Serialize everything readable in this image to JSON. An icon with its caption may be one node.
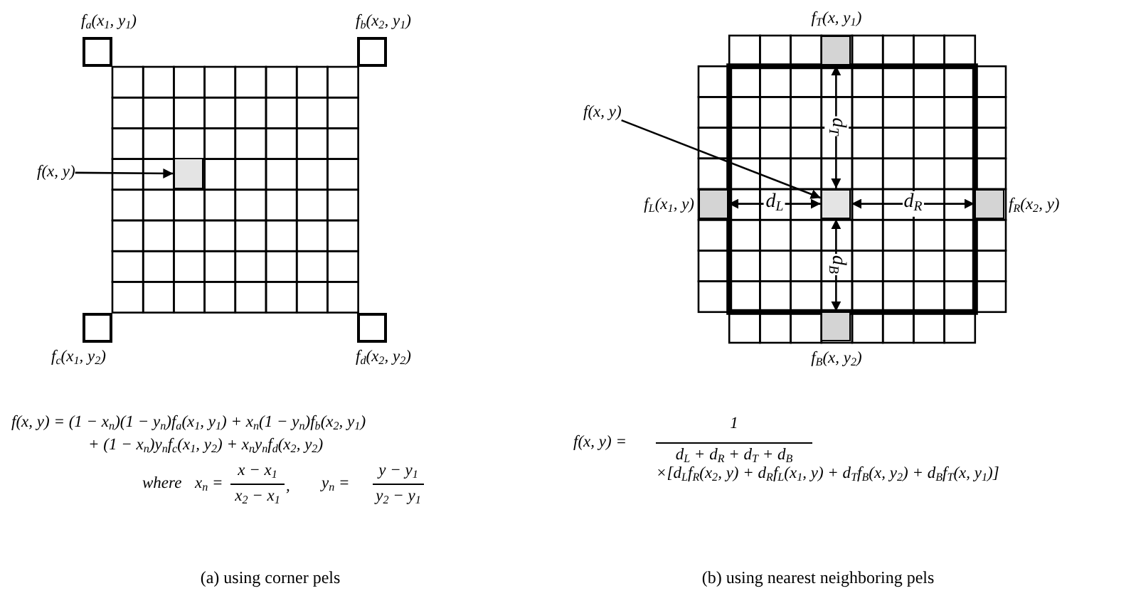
{
  "diagram": {
    "nodes": [
      {
        "text": [
          "f$_{a}$(x$_{1}$, y$_{1}$)"
        ]
      },
      {
        "text": [
          "f$_{b}$(x$_{2}$, y$_{1}$)"
        ]
      },
      {
        "text": [],
        "shape": "grid"
      },
      {
        "text": [],
        "shape": "box",
        "in": 2
      },
      {
        "text": [
          "f$_{c}$(x$_{1}$, y$_{2}$)"
        ]
      },
      {
        "text": [
          "f$_{d}$(x$_{2}$, y$_{2}$)"
        ]
      },
      {
        "text": [
          "f(x, y)"
        ]
      },
      {
        "text": [],
        "shape": "grid"
      },
      {
        "text": [
          "f$_{T}$(x, y$_{1}$)"
        ]
      },
      {
        "text": [
          "f(x, y)"
        ]
      },
      {
        "text": [
          "f$_{L}$(x$_{1}$, y)"
        ]
      },
      {
        "text": [],
        "shape": "box",
        "in": 7
      },
      {
        "text": [
          "f$_{R}$(x$_{2}$, y)"
        ]
      },
      {
        "text": [
          "f$_{B}$(x, y$_{2}$)"
        ]
      }
    ],
    "edges": [
      {
        "from": 6,
        "to": 3,
        "arrow": "to"
      },
      {
        "from": 9,
        "to": 11,
        "arrow": "to"
      },
      {
        "from": 11,
        "to": 8,
        "arrow": "both",
        "label": "d$_{T}$"
      },
      {
        "from": 11,
        "to": 10,
        "arrow": "both",
        "label": "d$_{L}$"
      },
      {
        "from": 11,
        "to": 12,
        "arrow": "both",
        "label": "d$_{R}$"
      },
      {
        "from": 11,
        "to": 13,
        "arrow": "both",
        "label": "d$_{B}$"
      }
    ],
    "labels": [
      "f(x, y) = (1 − x$_{n}$)(1 − y$_{n}$)f$_{a}$(x$_{1}$, y$_{1}$) + x$_{n}$(1 − y$_{n}$)f$_{b}$(x$_{2}$, y$_{1}$)",
      "+ (1 − x$_{n}$)y$_{n}$f$_{c}$(x$_{1}$, y$_{2}$) + x$_{n}$y$_{n}$f$_{d}$(x$_{2}$, y$_{2}$)",
      "where",
      "x$_{n}$ =",
      "x − x$_{1}$",
      "x$_{2}$ − x$_{1}$",
      ",",
      "y$_{n}$ =",
      "y − y$_{1}$",
      "y$_{2}$ − y$_{1}$",
      "f(x, y) =",
      "1",
      "d$_{L}$ + d$_{R}$ + d$_{T}$ + d$_{B}$",
      "×[d$_{L}$f$_{R}$(x$_{2}$, y) + d$_{R}$f$_{L}$(x$_{1}$, y) + d$_{T}$f$_{B}$(x, y$_{2}$) + d$_{B}$f$_{T}$(x, y$_{1}$)]",
      "(a) using corner pels",
      "(b) using nearest neighboring pels"
    ]
  }
}
